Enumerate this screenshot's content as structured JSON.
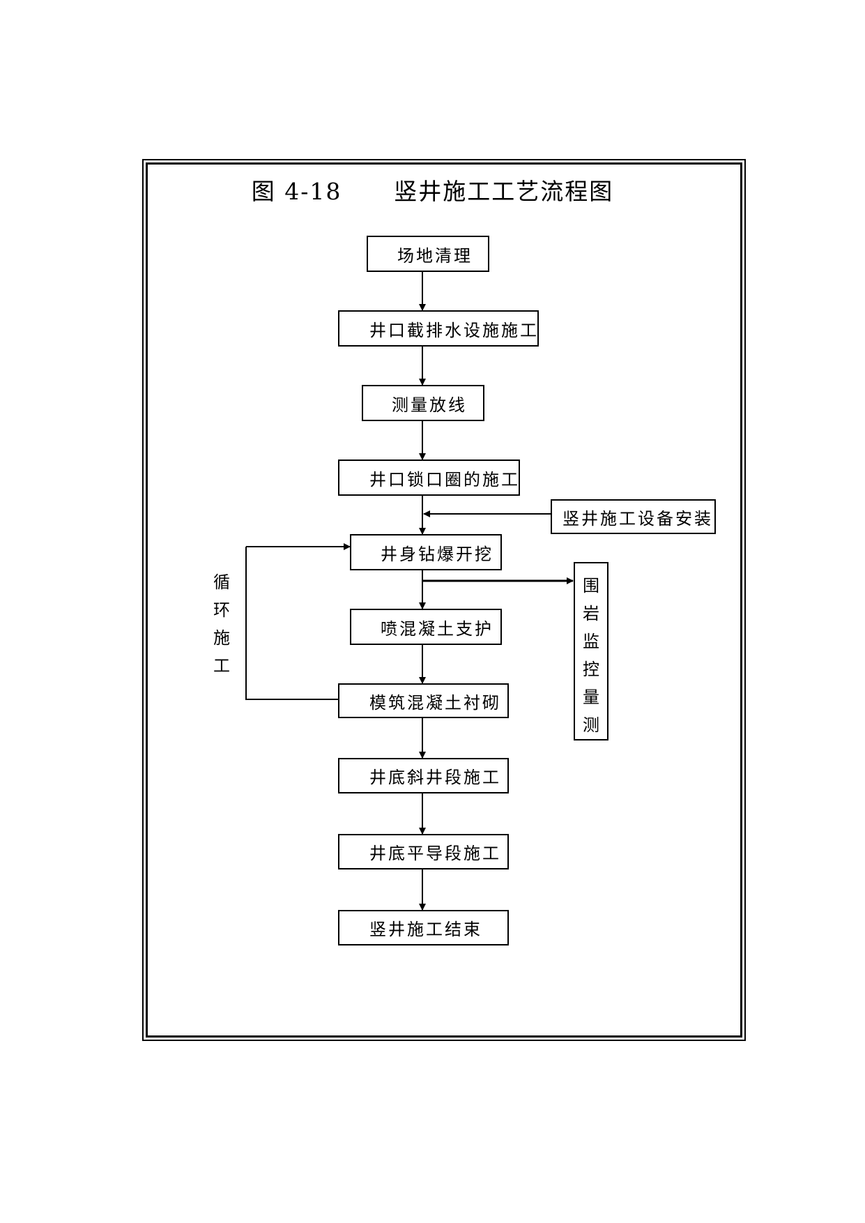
{
  "title": {
    "figure_no": "图 4-18",
    "text": "竖井施工工艺流程图"
  },
  "steps": [
    "场地清理",
    "井口截排水设施施工",
    "测量放线",
    "井口锁口圈的施工",
    "井身钻爆开挖",
    "喷混凝土支护",
    "模筑混凝土衬砌",
    "井底斜井段施工",
    "井底平导段施工",
    "竖井施工结束"
  ],
  "side_input": "竖井施工设备安装",
  "side_output": [
    "围",
    "岩",
    "监",
    "控",
    "量",
    "测"
  ],
  "loop_label": [
    "循",
    "环",
    "施",
    "工"
  ]
}
